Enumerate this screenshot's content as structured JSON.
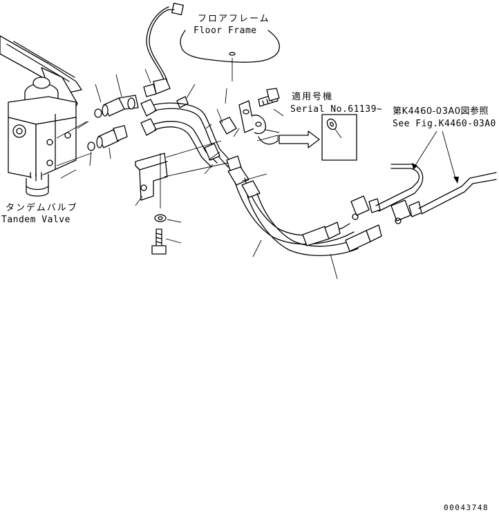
{
  "labels": {
    "floor_frame_jp": "フロアフレーム",
    "floor_frame_en": "Floor Frame",
    "serial_jp": "適用号機",
    "serial_en": "Serial No.61139~",
    "ref_jp": "第K4460-03A0図参照",
    "ref_en": "See Fig.K4460-03A0",
    "tandem_jp": "タンデムバルブ",
    "tandem_en": "Tandem Valve",
    "drawing_number": "00043748"
  },
  "icons": [
    "tandem-valve-icon",
    "electrical-connector-icon",
    "fitting-icon",
    "o-ring-icon",
    "hose-icon",
    "bracket-icon",
    "bolt-icon",
    "washer-icon",
    "clamp-icon",
    "arrow-icon"
  ],
  "colors": {
    "line": "#000000",
    "background": "#ffffff"
  }
}
